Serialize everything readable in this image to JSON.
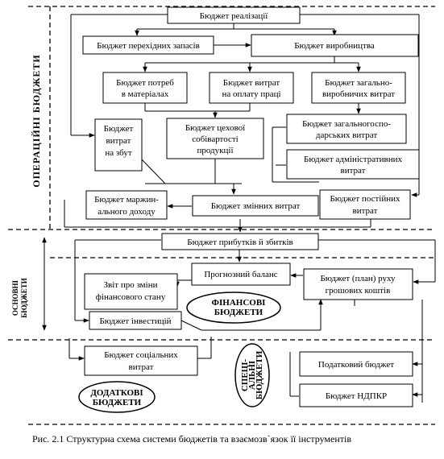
{
  "boxes": {
    "realizatsii": [
      "Бюджет реалізації"
    ],
    "perekhidnykh": [
      "Бюджет перехідних запасів"
    ],
    "vyrobnytstva": [
      "Бюджет виробництва"
    ],
    "materialy": [
      "Бюджет потреб",
      "в матеріалах"
    ],
    "oplata_pratsi": [
      "Бюджет витрат",
      "на оплату праці"
    ],
    "zagalnovyrob": [
      "Бюджет загально-",
      "виробничих витрат"
    ],
    "zbut": [
      "Бюджет",
      "витрат",
      "на збут"
    ],
    "sobivartist": [
      "Бюджет цехової",
      "собівартості",
      "продукції"
    ],
    "zagalnogospod": [
      "Бюджет загальногоспо-",
      "дарських витрат"
    ],
    "administr": [
      "Бюджет адміністративних",
      "витрат"
    ],
    "marzhyn": [
      "Бюджет маржин-",
      "ального доходу"
    ],
    "zminnykh": [
      "Бюджет змінних витрат"
    ],
    "postiinykh": [
      "Бюджет постійних",
      "витрат"
    ],
    "prybutkiv": [
      "Бюджет прибутків й збитків"
    ],
    "prognoz": [
      "Прогнозний баланс"
    ],
    "zvit": [
      "Звіт про зміни",
      "фінансового стану"
    ],
    "rukh_koshtiv": [
      "Бюджет (план) руху",
      "грошових коштів"
    ],
    "investytsii": [
      "Бюджет інвестицій"
    ],
    "sotsialnykh": [
      "Бюджет соціальних",
      "витрат"
    ],
    "podatkovyi": [
      "Податковий бюджет"
    ],
    "ndpkr": [
      "Бюджет НДПКР"
    ]
  },
  "ovals": {
    "finansovi": [
      "ФІНАНСОВІ",
      "БЮДЖЕТИ"
    ],
    "dodatkovi": [
      "ДОДАТКОВІ",
      "БЮДЖЕТИ"
    ],
    "spetsialni": [
      "СПЕЦІ-",
      "АЛЬНІ",
      "БЮДЖЕТИ"
    ]
  },
  "side_labels": {
    "operatsiini": "ОПЕРАЦІЙНІ БЮДЖЕТИ",
    "osnovni": [
      "ОСНОВНІ",
      "БЮДЖЕТИ"
    ]
  },
  "caption": "Рис. 2.1 Структурна схема системи бюджетів та взаємозв`язок її інструментів"
}
